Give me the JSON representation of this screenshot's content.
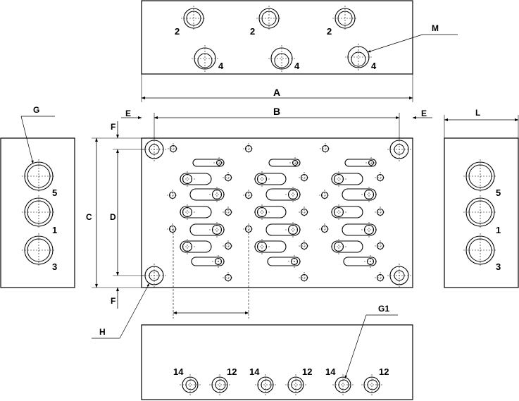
{
  "dimension_labels": {
    "a": "A",
    "b": "B",
    "c": "C",
    "d": "D",
    "e_left": "E",
    "e_right": "E",
    "f_top": "F",
    "f_bottom": "F",
    "l": "L"
  },
  "callouts": {
    "g": "G",
    "h": "H",
    "m": "M",
    "g1": "G1"
  },
  "top_view_ports": {
    "upper_row": [
      "2",
      "2",
      "2"
    ],
    "lower_row": [
      "4",
      "4",
      "4"
    ]
  },
  "side_view_ports": {
    "left": [
      "5",
      "1",
      "3"
    ],
    "right": [
      "5",
      "1",
      "3"
    ]
  },
  "bottom_view_ports": [
    "14",
    "12",
    "14",
    "12",
    "14",
    "12"
  ]
}
